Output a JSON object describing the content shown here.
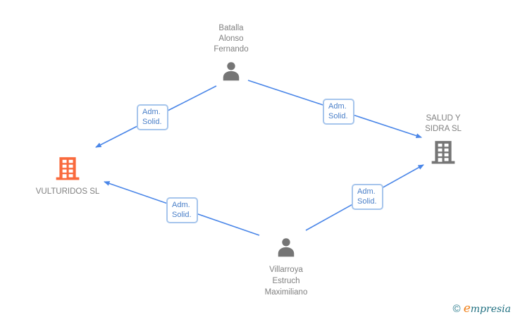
{
  "diagram": {
    "nodes": {
      "person_top": {
        "type": "person",
        "icon": "person-icon",
        "label": "Batalla\nAlonso\nFernando"
      },
      "company_left": {
        "type": "company",
        "icon": "building-icon",
        "label": "VULTURIDOS SL",
        "icon_color": "#F96A3D"
      },
      "company_right": {
        "type": "company",
        "icon": "building-icon",
        "label": "SALUD Y\nSIDRA SL",
        "icon_color": "#757575"
      },
      "person_bottom": {
        "type": "person",
        "icon": "person-icon",
        "label": "Villarroya\nEstruch\nMaximiliano"
      }
    },
    "edges": [
      {
        "from": "person_top",
        "to": "company_left",
        "label": "Adm.\nSolid."
      },
      {
        "from": "person_top",
        "to": "company_right",
        "label": "Adm.\nSolid."
      },
      {
        "from": "person_bottom",
        "to": "company_left",
        "label": "Adm.\nSolid."
      },
      {
        "from": "person_bottom",
        "to": "company_right",
        "label": "Adm.\nSolid."
      }
    ]
  },
  "colors": {
    "edge_blue": "#4A86E8",
    "box_border": "#A6C5EC",
    "box_text": "#4A7FC8",
    "node_text": "#808080",
    "person_gray": "#757575",
    "building_gray": "#757575",
    "building_orange": "#F96A3D",
    "logo_teal": "#26798A",
    "logo_orange": "#F08019"
  },
  "footer": {
    "copyright_symbol": "©",
    "brand_initial": "e",
    "brand_rest": "mpresia"
  }
}
